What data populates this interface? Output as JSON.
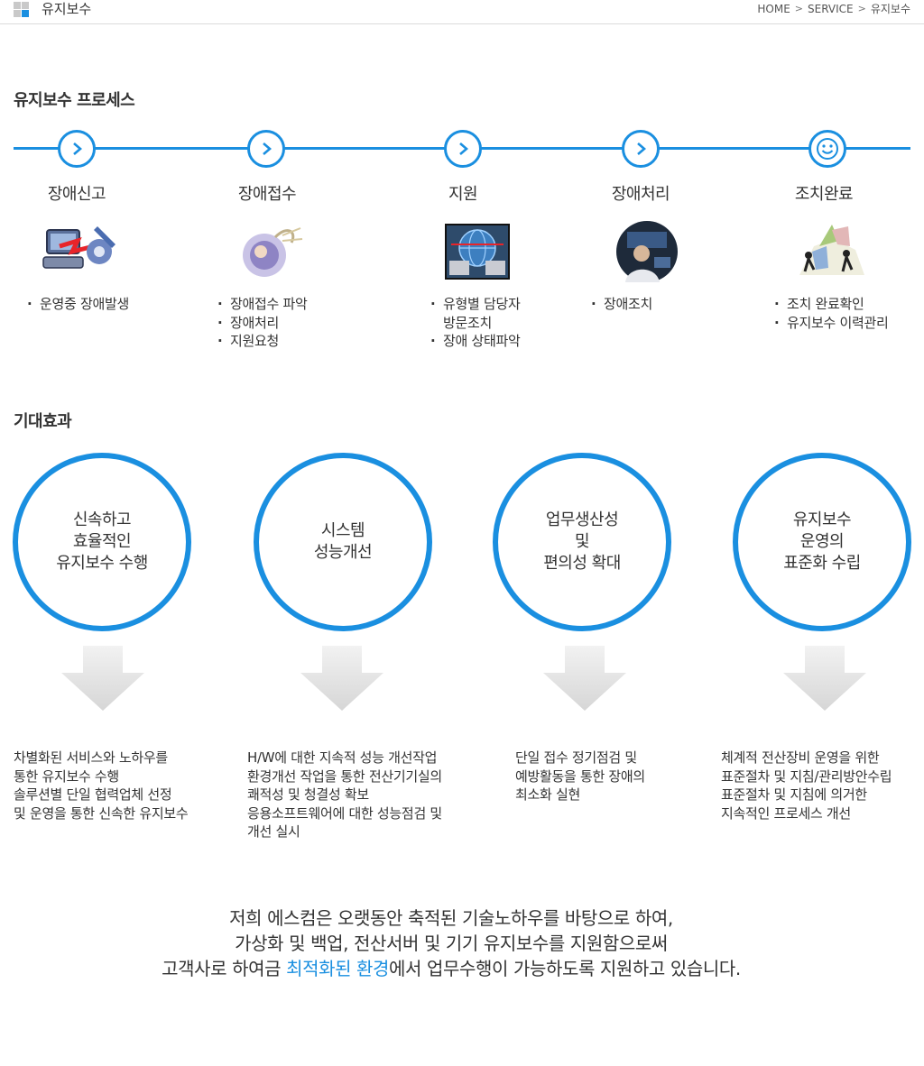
{
  "header": {
    "title": "유지보수",
    "breadcrumb": [
      "HOME",
      "SERVICE",
      "유지보수"
    ]
  },
  "process": {
    "title": "유지보수 프로세스",
    "steps": [
      {
        "icon": "chevron-right-icon",
        "name": "장애신고",
        "items": [
          "운영중 장애발생"
        ]
      },
      {
        "icon": "chevron-right-icon",
        "name": "장애접수",
        "items": [
          "장애접수 파악",
          "장애처리",
          "지원요청"
        ]
      },
      {
        "icon": "chevron-right-icon",
        "name": "지원",
        "items": [
          "유형별 담당자",
          "방문조치",
          "장애 상태파악"
        ]
      },
      {
        "icon": "chevron-right-icon",
        "name": "장애처리",
        "items": [
          "장애조치"
        ]
      },
      {
        "icon": "smiley-icon",
        "name": "조치완료",
        "items": [
          "조치 완료확인",
          "유지보수 이력관리"
        ]
      }
    ]
  },
  "effects": {
    "title": "기대효과",
    "items": [
      {
        "circle": "신속하고\n효율적인\n유지보수 수행",
        "desc": "차별화된 서비스와 노하우를\n통한 유지보수 수행\n솔루션별 단일 협력업체 선정\n및 운영을 통한 신속한 유지보수"
      },
      {
        "circle": "시스템\n성능개선",
        "desc": "H/W에 대한 지속적 성능 개선작업\n환경개선 작업을 통한 전산기기실의\n쾌적성 및 청결성 확보\n응용소프트웨어에 대한 성능점검 및\n개선 실시"
      },
      {
        "circle": "업무생산성\n및\n편의성 확대",
        "desc": "단일 접수 정기점검 및\n예방활동을 통한 장애의\n최소화 실현"
      },
      {
        "circle": "유지보수\n운영의\n표준화 수립",
        "desc": "체계적 전산장비 운영을 위한\n표준절차 및 지침/관리방안수립\n표준절차 및 지침에 의거한\n지속적인 프로세스 개선"
      }
    ]
  },
  "statement": {
    "line1": "저희 에스컴은 오랫동안 축적된 기술노하우를 바탕으로 하여,",
    "line2": "가상화 및 백업, 전산서버 및 기기 유지보수를 지원함으로써",
    "line3_before": "고객사로 하여금 ",
    "line3_highlight": "최적화된 환경",
    "line3_after": "에서 업무수행이 가능하도록 지원하고 있습니다."
  },
  "colors": {
    "accent": "#1a8fe0",
    "text": "#333333"
  }
}
